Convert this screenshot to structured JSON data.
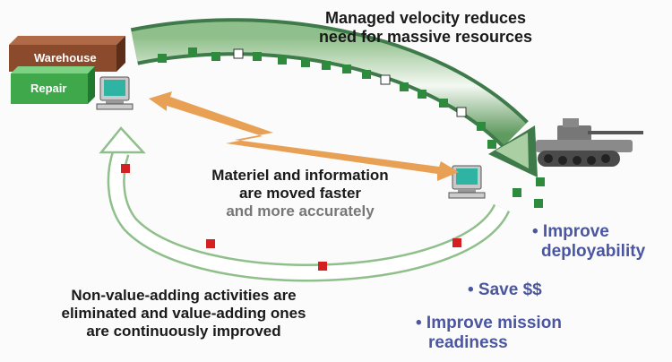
{
  "labels": {
    "warehouse": "Warehouse",
    "repair": "Repair"
  },
  "captions": {
    "top_line1": "Managed velocity reduces",
    "top_line2": "need for massive resources",
    "mid_line1": "Materiel and information",
    "mid_line2": "are moved faster",
    "mid_line3": "and more accurately",
    "bottom_line1": "Non-value-adding activities are",
    "bottom_line2": "eliminated and value-adding ones",
    "bottom_line3": "are continuously improved"
  },
  "benefits": {
    "deploy_line1": "• Improve",
    "deploy_line2": "deployability",
    "save": "• Save $$",
    "mission_line1": "• Improve  mission",
    "mission_line2": "readiness"
  },
  "colors": {
    "warehouse": "#8b4a2c",
    "repair": "#3ea84a",
    "top_arrow": "#3e7a4a",
    "bottom_arrow": "#8fbf8a",
    "lightning": "#e8a055",
    "green_square": "#2e8a3c",
    "red_square": "#d42020",
    "benefit_text": "#4a56a0"
  },
  "icons": [
    "computer-icon",
    "tank-icon",
    "lightning-arrow-icon"
  ]
}
